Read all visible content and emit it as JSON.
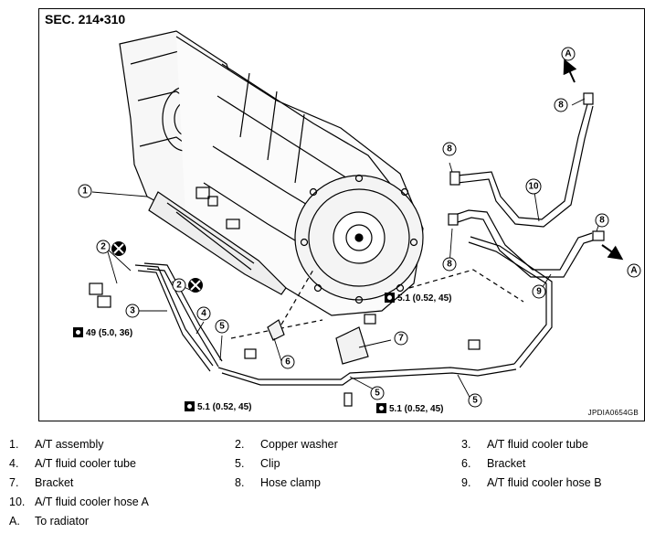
{
  "diagram": {
    "section": "SEC. 214•310",
    "code": "JPDIA0654GB",
    "torque_spec_a": "49 (5.0, 36)",
    "torque_spec_b": "5.1 (0.52, 45)",
    "marker_letter": "A",
    "callouts": [
      "1",
      "2",
      "3",
      "4",
      "5",
      "6",
      "7",
      "8",
      "9",
      "10"
    ]
  },
  "legend": [
    {
      "key": "1.",
      "label": "A/T assembly"
    },
    {
      "key": "2.",
      "label": "Copper washer"
    },
    {
      "key": "3.",
      "label": "A/T fluid cooler tube"
    },
    {
      "key": "4.",
      "label": "A/T fluid cooler tube"
    },
    {
      "key": "5.",
      "label": "Clip"
    },
    {
      "key": "6.",
      "label": "Bracket"
    },
    {
      "key": "7.",
      "label": "Bracket"
    },
    {
      "key": "8.",
      "label": "Hose clamp"
    },
    {
      "key": "9.",
      "label": "A/T fluid cooler hose B"
    },
    {
      "key": "10.",
      "label": "A/T fluid cooler hose A"
    },
    {
      "key": "A.",
      "label": "To radiator"
    }
  ]
}
